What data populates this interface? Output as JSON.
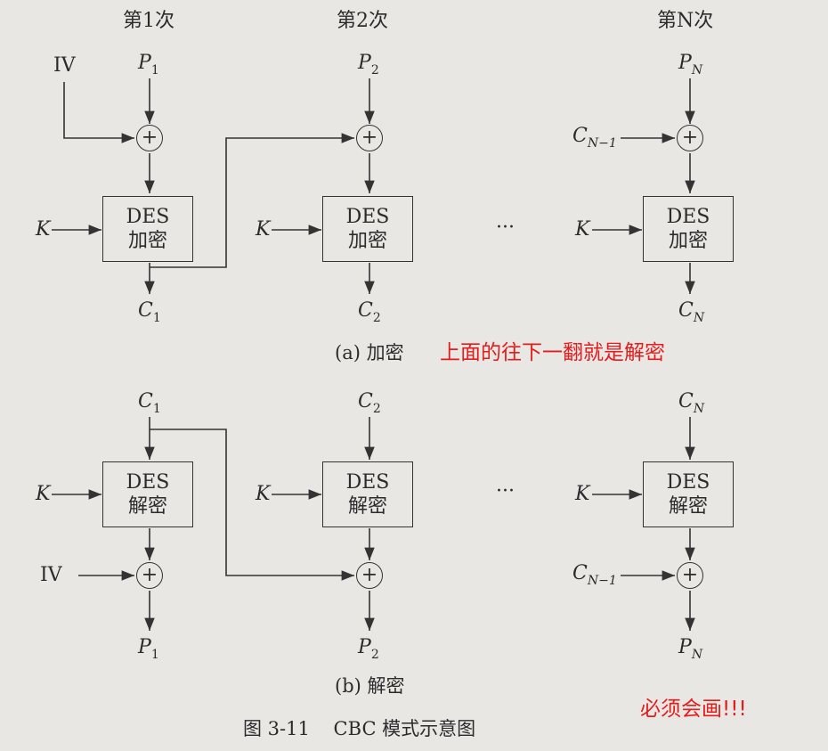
{
  "top_headers": [
    "第1次",
    "第2次",
    "第N次"
  ],
  "box_title": "DES",
  "encrypt": {
    "box_action": "加密",
    "plaintexts": [
      "P",
      "P",
      "P"
    ],
    "plaintext_subs": [
      "1",
      "2",
      "N"
    ],
    "ciphertexts": [
      "C",
      "C",
      "C"
    ],
    "ciphertext_subs": [
      "1",
      "2",
      "N"
    ],
    "iv": "IV",
    "prev_cipher": "C",
    "prev_cipher_sub": "N−1",
    "key": "K",
    "caption": "(a) 加密"
  },
  "decrypt": {
    "box_action": "解密",
    "ciphertexts": [
      "C",
      "C",
      "C"
    ],
    "ciphertext_subs": [
      "1",
      "2",
      "N"
    ],
    "plaintexts": [
      "P",
      "P",
      "P"
    ],
    "plaintext_subs": [
      "1",
      "2",
      "N"
    ],
    "iv": "IV",
    "prev_cipher": "C",
    "prev_cipher_sub": "N−1",
    "key": "K",
    "caption": "(b) 解密"
  },
  "ellipsis": "···",
  "xor_symbol": "+",
  "annotation_top": "上面的往下一翻就是解密",
  "annotation_bottom": "必须会画!!!",
  "figure_caption": "图 3-11    CBC 模式示意图",
  "colors": {
    "annotation": "#e21d1d",
    "ink": "#2b2b2b",
    "paper": "#e9e7e4"
  }
}
